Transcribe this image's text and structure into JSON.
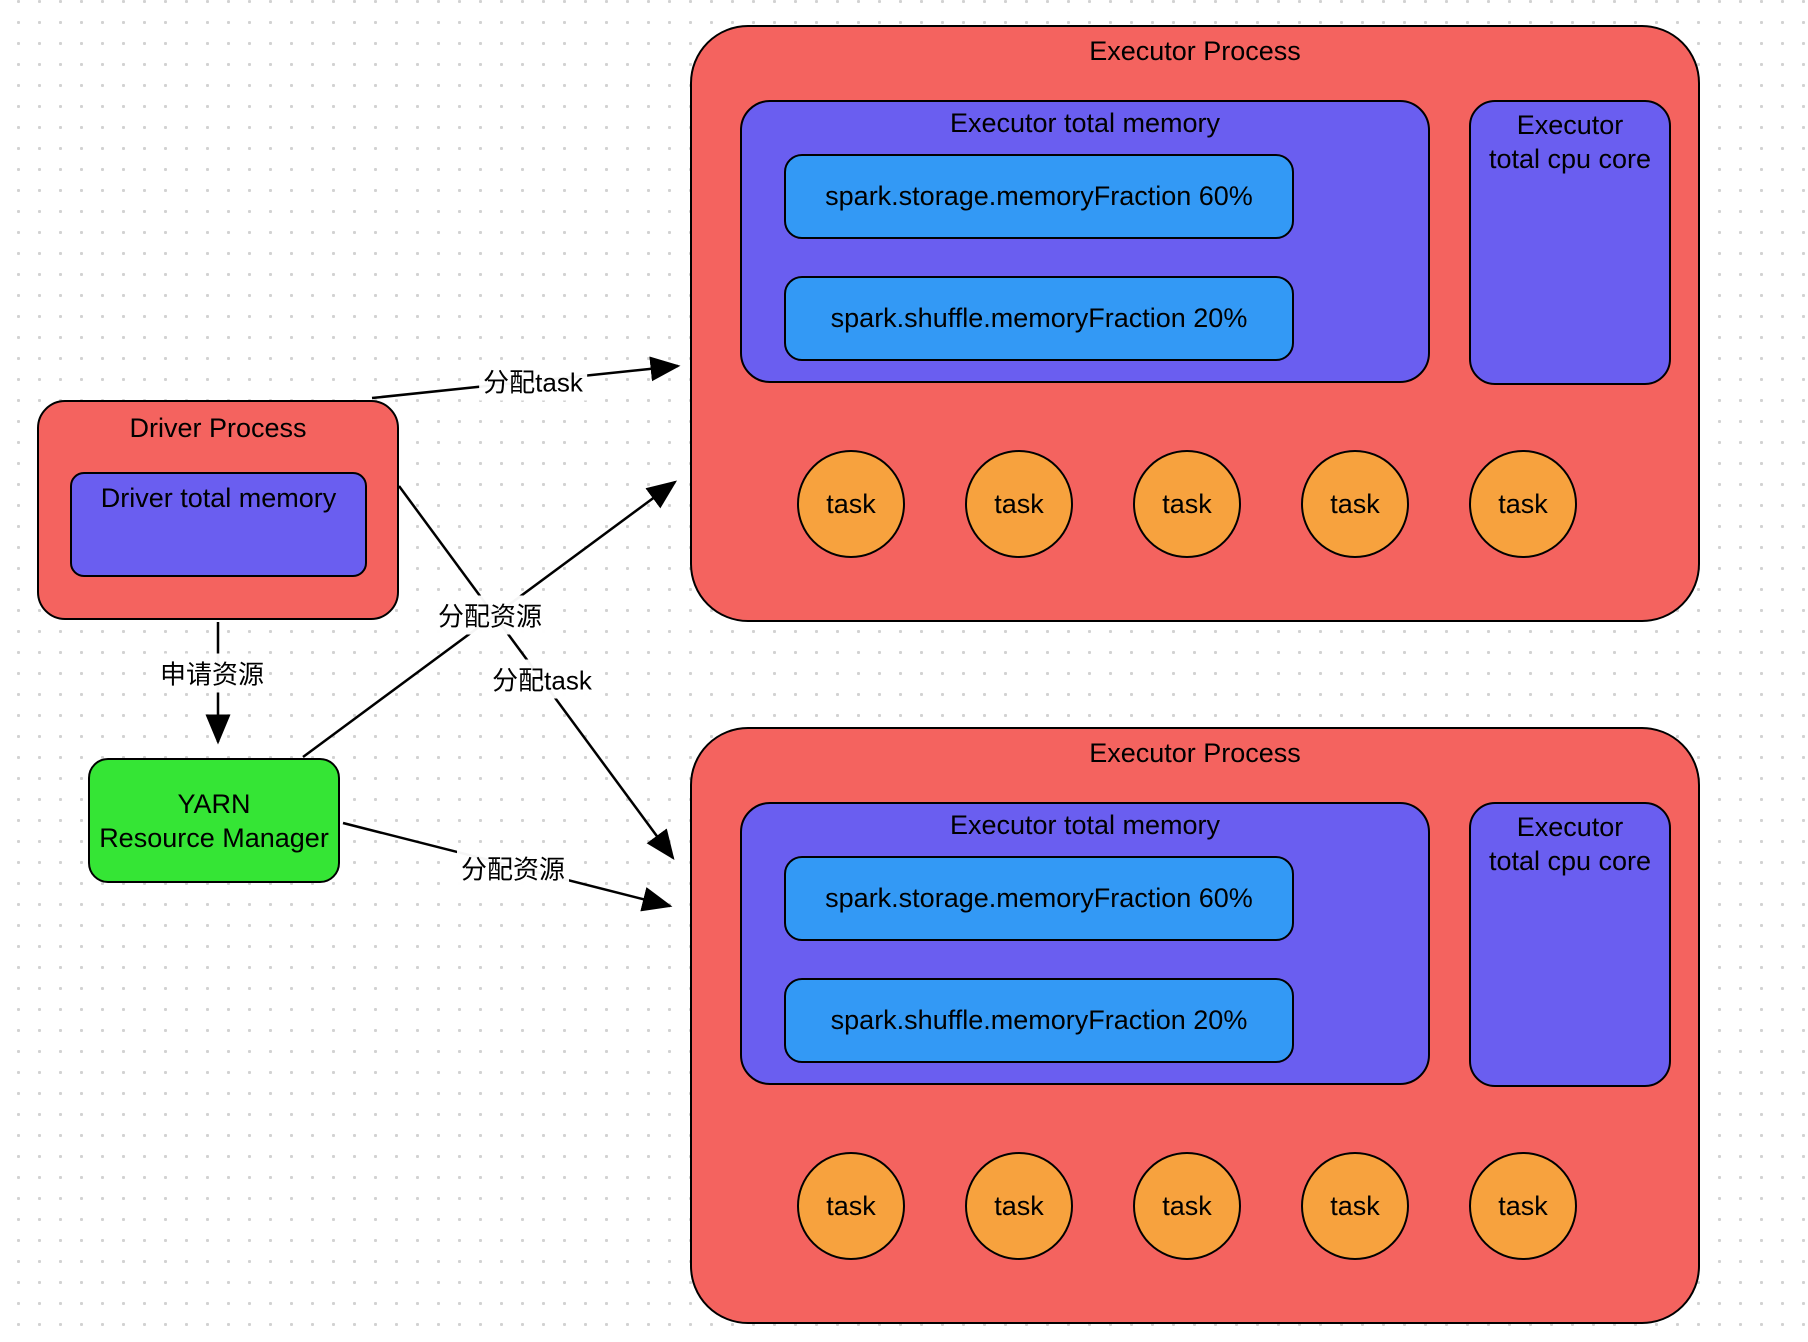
{
  "driver": {
    "title": "Driver Process",
    "memory_label": "Driver total memory"
  },
  "yarn": {
    "line1": "YARN",
    "line2": "Resource Manager"
  },
  "executors": [
    {
      "title": "Executor Process",
      "memory_title": "Executor total memory",
      "storage_label": "spark.storage.memoryFraction 60%",
      "shuffle_label": "spark.shuffle.memoryFraction 20%",
      "cpu_line1": "Executor",
      "cpu_line2": "total cpu core",
      "tasks": [
        "task",
        "task",
        "task",
        "task",
        "task"
      ]
    },
    {
      "title": "Executor Process",
      "memory_title": "Executor total memory",
      "storage_label": "spark.storage.memoryFraction 60%",
      "shuffle_label": "spark.shuffle.memoryFraction 20%",
      "cpu_line1": "Executor",
      "cpu_line2": "total cpu core",
      "tasks": [
        "task",
        "task",
        "task",
        "task",
        "task"
      ]
    }
  ],
  "arrows": [
    {
      "id": "request-resources",
      "label": "申请资源"
    },
    {
      "id": "assign-task-top",
      "label": "分配task"
    },
    {
      "id": "allocate-resources-top",
      "label": "分配资源"
    },
    {
      "id": "assign-task-bottom",
      "label": "分配task"
    },
    {
      "id": "allocate-resources-bottom",
      "label": "分配资源"
    }
  ],
  "colors": {
    "red": "#f4635f",
    "purple": "#6a5ef0",
    "blue": "#3399f5",
    "green": "#35e535",
    "orange": "#f7a23e",
    "line": "#000000"
  }
}
